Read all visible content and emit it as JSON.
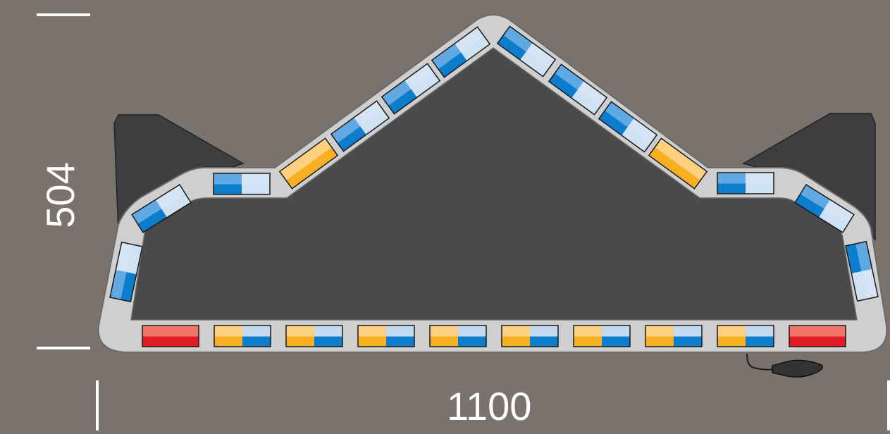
{
  "dimensions": {
    "width_label": "1100",
    "height_label": "504"
  },
  "colors": {
    "background": "#7a726d",
    "housing": "#cfcfd0",
    "housing_inner": "#4a494b",
    "brackets": "#3e3d3f",
    "blue": "#0c7ccc",
    "blue_light": "#d6e6f6",
    "amber": "#f8b022",
    "amber_light": "#fdd48a",
    "red": "#e11b22",
    "red_light": "#f28070",
    "dimension_lines": "#ffffff"
  },
  "light_modules": {
    "bottom_row": [
      "red",
      "amber-blue",
      "amber-blue",
      "amber-blue",
      "amber-blue",
      "amber-blue",
      "amber-blue",
      "amber-blue",
      "amber-blue",
      "red"
    ],
    "left_side": [
      "blue",
      "blue",
      "blue"
    ],
    "left_roof": [
      "amber",
      "blue",
      "blue",
      "blue"
    ],
    "right_roof": [
      "blue",
      "blue",
      "blue",
      "amber"
    ],
    "right_side": [
      "blue",
      "blue",
      "blue"
    ]
  },
  "cable_connector": "connector-plug"
}
